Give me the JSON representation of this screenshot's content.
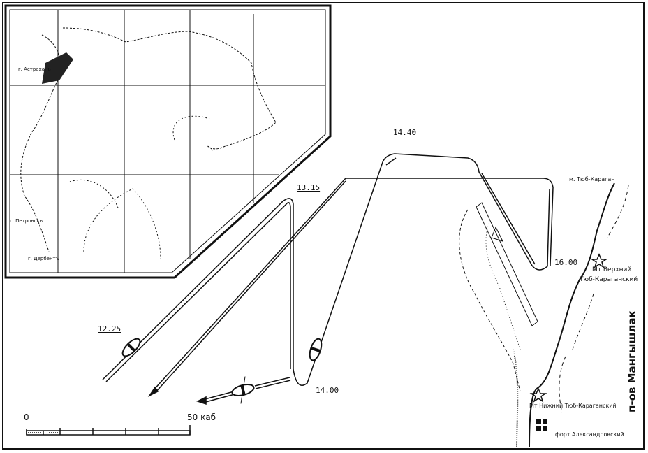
{
  "inset_map": {
    "labels": [
      "г. Астрахань",
      "г. Петровскъ",
      "г. Дербентъ"
    ]
  },
  "track_times": {
    "t1": "12.25",
    "t2": "13.15",
    "t3": "14.40",
    "t4": "14.00",
    "t5": "16.00"
  },
  "places": {
    "cape_tub_karagan": "м. Тюб-Караган",
    "upper_lighthouse_line1": "Мт Верхний",
    "upper_lighthouse_line2": "Тюб-Караганский",
    "lower_lighthouse": "Мт Нижний Тюб-Караганский",
    "fort": "форт Александровский",
    "peninsula": "п-ов Мангышлак"
  },
  "scale_bar": {
    "start_label": "0",
    "end_label": "50 каб"
  }
}
